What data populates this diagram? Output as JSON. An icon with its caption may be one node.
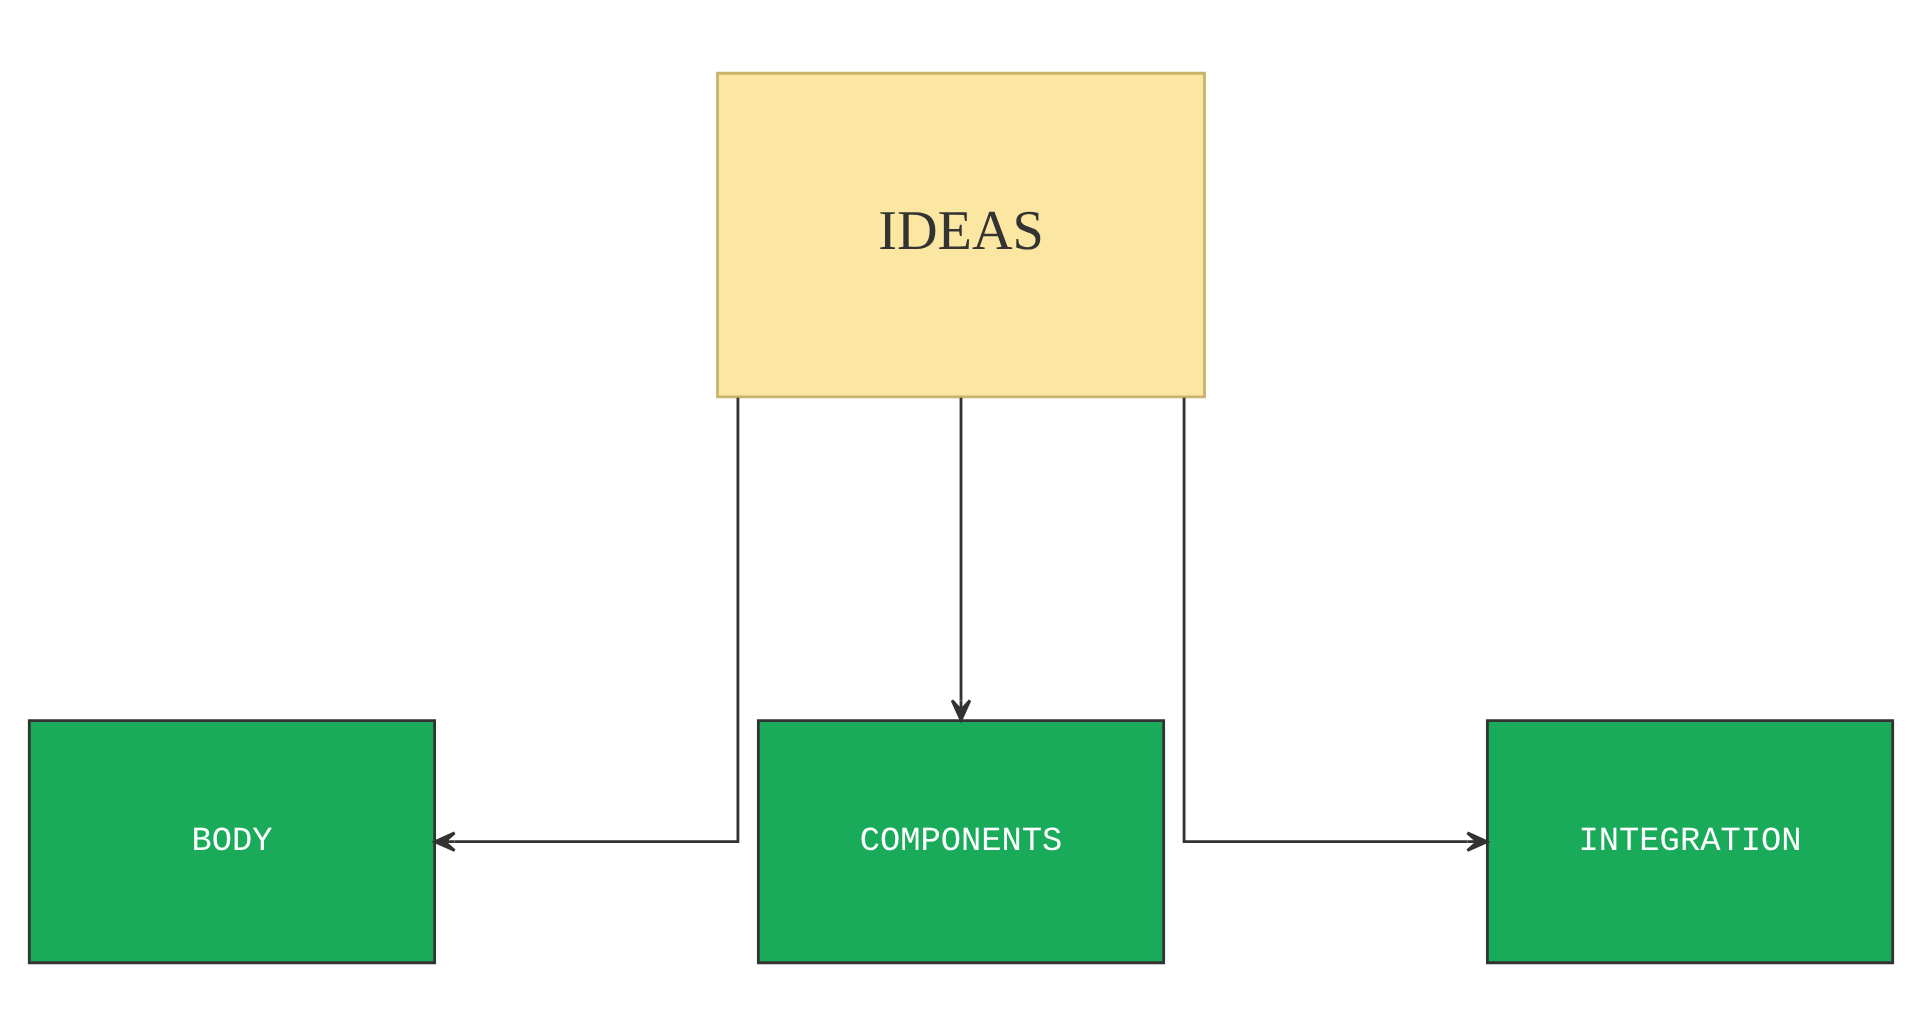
{
  "diagram": {
    "nodes": [
      {
        "text": [
          "IDEAS"
        ]
      },
      {
        "text": [
          "BODY"
        ]
      },
      {
        "text": [
          "COMPONENTS"
        ]
      },
      {
        "text": [
          "INTEGRATION"
        ]
      }
    ],
    "edges": [
      {
        "from": 0,
        "to": 1,
        "arrow": "to"
      },
      {
        "from": 0,
        "to": 2,
        "arrow": "to"
      },
      {
        "from": 0,
        "to": 3,
        "arrow": "to"
      }
    ]
  }
}
